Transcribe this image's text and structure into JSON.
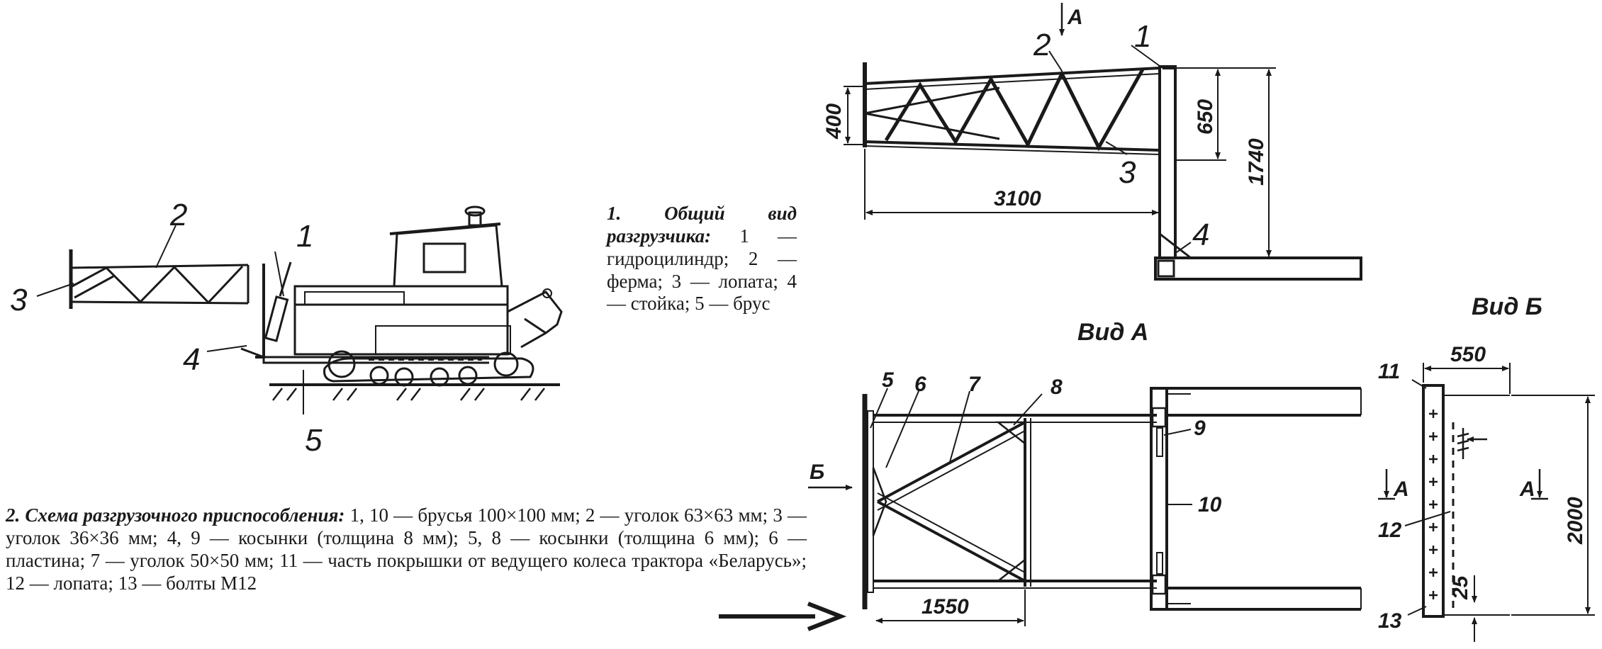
{
  "figure1": {
    "caption_title": "1. Общий вид разгрузчика:",
    "caption_body": "1 — гидроцилиндр; 2 — ферма; 3 — лопата; 4 — стойка; 5 — брус",
    "callouts": [
      "1",
      "2",
      "3",
      "4",
      "5"
    ]
  },
  "figure2": {
    "caption_title": "2. Схема разгрузочного приспособления:",
    "caption_body": "1, 10 — брусья 100×100 мм; 2 — уголок 63×63 мм; 3 — уголок 36×36 мм; 4, 9 — косынки (толщина 8 мм); 5, 8 — косынки (толщина 6 мм); 6 — пластина; 7 — уголок 50×50 мм; 11 — часть покрышки от ведущего колеса трактора «Беларусь»; 12 — лопата; 13 — болты М12"
  },
  "side_view": {
    "arrow_label": "A",
    "callouts": [
      "1",
      "2",
      "3",
      "4"
    ],
    "dims": {
      "width": "3100",
      "left_height": "400",
      "upper_height": "650",
      "total_height": "1740"
    }
  },
  "plan_view": {
    "title": "Вид А",
    "arrow_label": "Б",
    "callouts": [
      "5",
      "6",
      "7",
      "8",
      "9",
      "10"
    ],
    "dims": {
      "length": "1550"
    }
  },
  "blade_view": {
    "title": "Вид Б",
    "section_label_left": "A",
    "section_label_right": "A",
    "callouts": [
      "11",
      "12",
      "13"
    ],
    "dims": {
      "width": "550",
      "height": "2000",
      "offset": "25"
    }
  }
}
